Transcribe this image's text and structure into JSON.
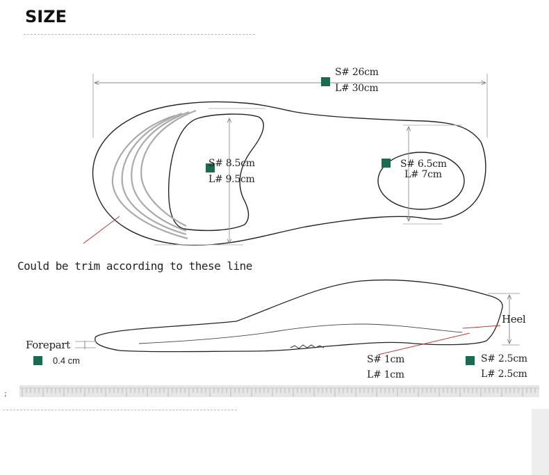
{
  "title": "SIZE",
  "colors": {
    "marker": "#1a6b4f",
    "outline": "#222222",
    "trim_lines": "#aaaaaa",
    "pointer": "#c0392b"
  },
  "top_view": {
    "length": {
      "small": "S# 26cm",
      "large": "L# 30cm"
    },
    "forefoot_width": {
      "small": "S# 8.5cm",
      "large": "L# 9.5cm"
    },
    "heel_width": {
      "small": "S# 6.5cm",
      "large": "L# 7cm"
    },
    "trim_note": "Could be trim according to these line"
  },
  "side_view": {
    "forepart_label": "Forepart",
    "forepart_thickness": "0.4 cm",
    "arch_height": {
      "small": "S# 1cm",
      "large": "L# 1cm"
    },
    "heel_label": "Heel",
    "heel_height": {
      "small": "S# 2.5cm",
      "large": "L# 2.5cm"
    }
  },
  "stray_mark": ";"
}
